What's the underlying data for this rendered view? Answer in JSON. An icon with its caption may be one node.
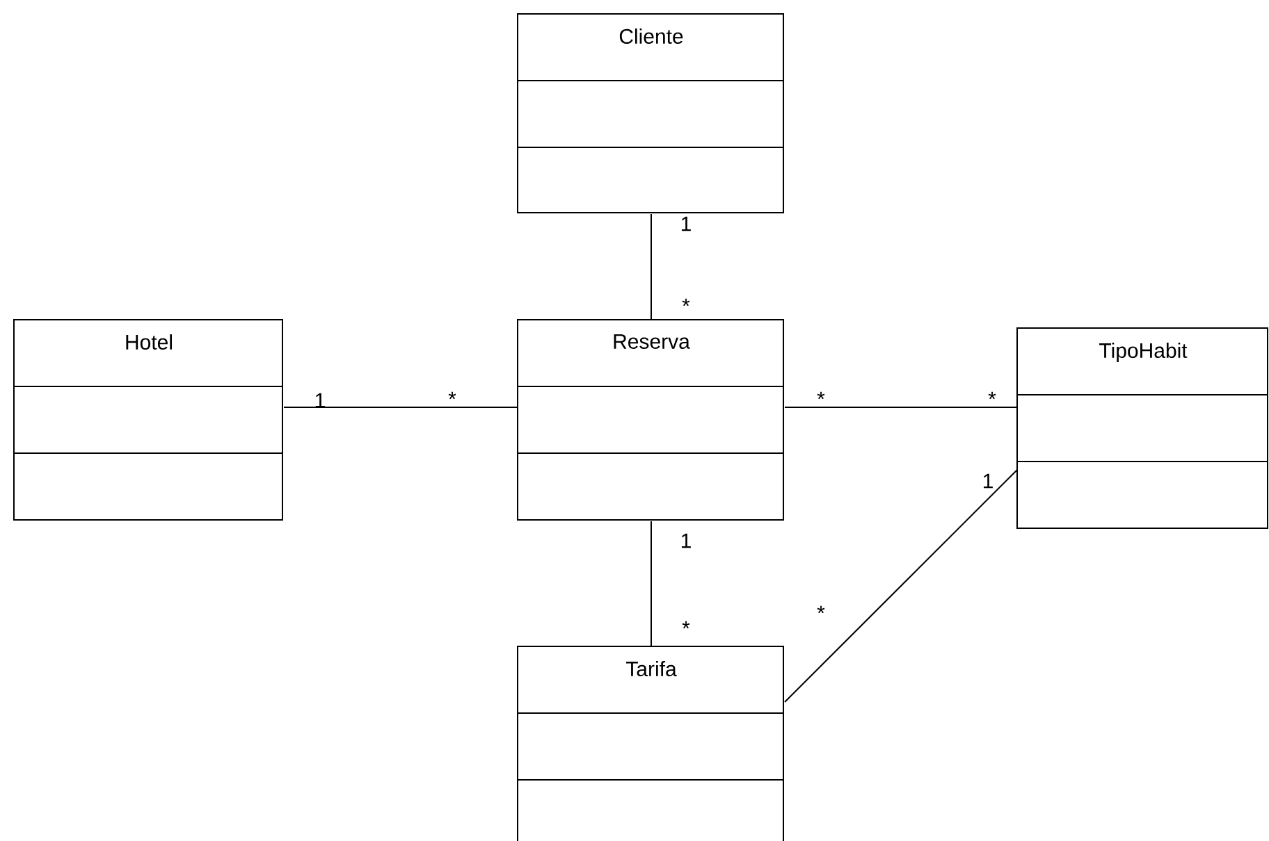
{
  "diagram": {
    "nodes": [
      {
        "text": [
          "Cliente"
        ]
      },
      {
        "text": [
          "Hotel"
        ]
      },
      {
        "text": [
          "Reserva"
        ]
      },
      {
        "text": [
          "TipoHabit"
        ]
      },
      {
        "text": [
          "Tarifa"
        ]
      }
    ],
    "edges": [
      {
        "from": 0,
        "to": 2,
        "arrow": "none"
      },
      {
        "from": 1,
        "to": 2,
        "arrow": "none"
      },
      {
        "from": 2,
        "to": 3,
        "arrow": "none"
      },
      {
        "from": 2,
        "to": 4,
        "arrow": "none"
      },
      {
        "from": 4,
        "to": 3,
        "arrow": "none"
      }
    ],
    "labels": [
      "1",
      "*",
      "1",
      "*",
      "*",
      "*",
      "1",
      "1",
      "*",
      "*"
    ]
  }
}
